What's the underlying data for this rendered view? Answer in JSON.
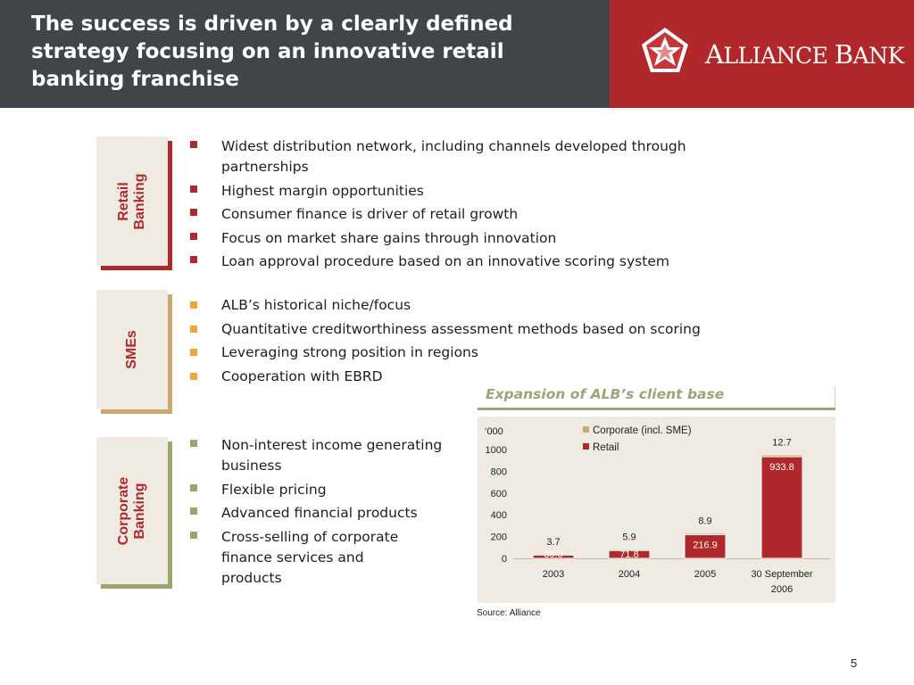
{
  "header": {
    "title": "The success is driven by a clearly defined strategy focusing on an innovative retail banking franchise",
    "logo_text_first": "A",
    "logo_text_rest": "LLIANCE ",
    "logo_text_first2": "B",
    "logo_text_rest2": "ANK"
  },
  "segments": {
    "retail": {
      "label": "Retail\nBanking",
      "color": "#b0282a",
      "bullet_color": "#b0282a",
      "bullets": [
        "Widest distribution network, including channels developed through partnerships",
        "Highest margin opportunities",
        "Consumer finance is driver of retail growth",
        "Focus on market share gains through innovation",
        "Loan approval procedure based on an innovative scoring system"
      ]
    },
    "smes": {
      "label": "SMEs",
      "color": "#b0282a",
      "bullet_color": "#f0a43c",
      "bullets": [
        "ALB’s historical niche/focus",
        "Quantitative creditworthiness assessment methods based on scoring",
        "Leveraging strong position in regions",
        "Cooperation with EBRD"
      ]
    },
    "corporate": {
      "label": "Corporate\nBanking",
      "color": "#b0282a",
      "bullet_color": "#9aa66b",
      "bullets": [
        "Non-interest income generating business",
        "Flexible pricing",
        "Advanced financial products",
        "Cross-selling of corporate finance services and products"
      ]
    }
  },
  "chart_data": {
    "type": "bar",
    "title": "Expansion of ALB’s client base",
    "unit_label": "‘000",
    "categories": [
      "2003",
      "2004",
      "2005",
      "30 September 2006"
    ],
    "series": [
      {
        "name": "Corporate (incl. SME)",
        "color": "#c9a96e",
        "values": [
          3.7,
          5.9,
          8.9,
          12.7
        ]
      },
      {
        "name": "Retail",
        "color": "#b0282a",
        "values": [
          30.0,
          71.8,
          216.9,
          933.8
        ]
      }
    ],
    "data_labels_corporate": [
      "3.7",
      "5.9",
      "8.9",
      "12.7"
    ],
    "data_labels_retail": [
      "30.0",
      "71.8",
      "216.9",
      "933.8"
    ],
    "yticks": [
      "0",
      "200",
      "400",
      "600",
      "800",
      "1000"
    ],
    "ylim": [
      0,
      1000
    ],
    "stacked": true,
    "legend_position": "top",
    "grid": false
  },
  "source": "Source: Alliance",
  "page_number": "5"
}
